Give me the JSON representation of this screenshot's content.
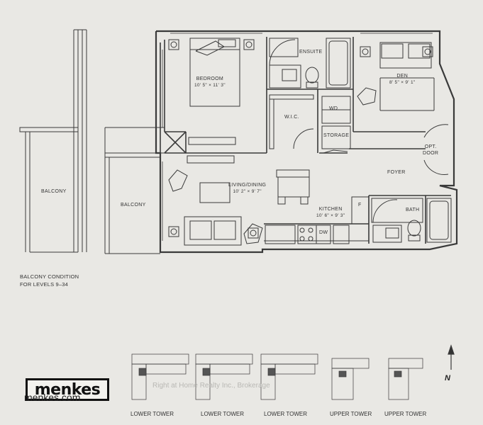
{
  "rooms": {
    "bedroom": {
      "name": "BEDROOM",
      "dims": "10' 5\" × 11' 3\""
    },
    "den": {
      "name": "DEN",
      "dims": "8' 5\" × 9' 1\""
    },
    "ensuite": {
      "name": "ENSUITE"
    },
    "wic": {
      "name": "W.I.C."
    },
    "wd": {
      "name": "WD"
    },
    "storage": {
      "name": "STORAGE"
    },
    "living": {
      "name": "LIVING/DINING",
      "dims": "10' 2\" × 9' 7\""
    },
    "kitchen": {
      "name": "KITCHEN",
      "dims": "10' 6\" × 9' 3\""
    },
    "foyer": {
      "name": "FOYER"
    },
    "bath": {
      "name": "BATH"
    },
    "opt_door": {
      "name": "OPT.\nDOOR"
    },
    "fridge": {
      "name": "F"
    },
    "dishwasher": {
      "name": "DW"
    },
    "balcony_main": {
      "name": "BALCONY"
    },
    "balcony_alt": {
      "name": "BALCONY"
    }
  },
  "balcony_note": "BALCONY CONDITION\nFOR LEVELS 9–34",
  "brand": {
    "logo": "menkes",
    "url": "menkes.com"
  },
  "watermark": "Right at Home Realty Inc., Brokerage",
  "towers": [
    "LOWER TOWER",
    "LOWER TOWER",
    "LOWER TOWER",
    "UPPER TOWER",
    "UPPER TOWER"
  ],
  "north": "N"
}
